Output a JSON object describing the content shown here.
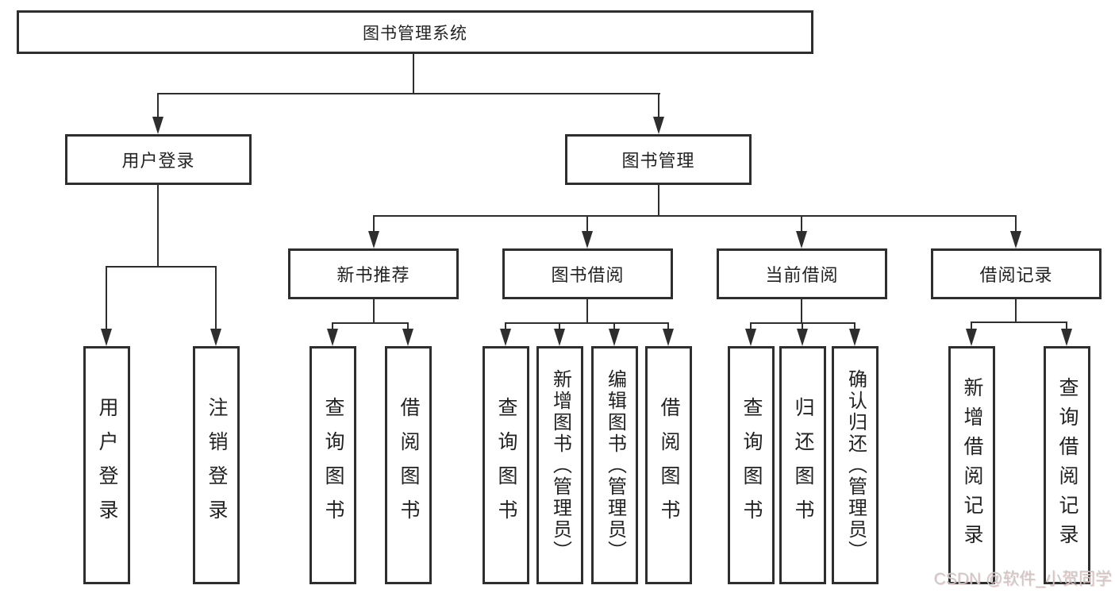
{
  "diagram": {
    "root": {
      "label": "图书管理系统"
    },
    "level2": [
      {
        "label": "用户登录"
      },
      {
        "label": "图书管理"
      }
    ],
    "level3": [
      {
        "label": "新书推荐"
      },
      {
        "label": "图书借阅"
      },
      {
        "label": "当前借阅"
      },
      {
        "label": "借阅记录"
      }
    ],
    "leaves": {
      "user_login": [
        {
          "label": "用户登录"
        },
        {
          "label": "注销登录"
        }
      ],
      "new_book": [
        {
          "label": "查询图书"
        },
        {
          "label": "借阅图书"
        }
      ],
      "book_borrow": [
        {
          "label": "查询图书"
        },
        {
          "label": "新增图书（管理员）"
        },
        {
          "label": "编辑图书（管理员）"
        },
        {
          "label": "借阅图书"
        }
      ],
      "current_borrow": [
        {
          "label": "查询图书"
        },
        {
          "label": "归还图书"
        },
        {
          "label": "确认归还（管理员）"
        }
      ],
      "borrow_record": [
        {
          "label": "新增借阅记录"
        },
        {
          "label": "查询借阅记录"
        }
      ]
    },
    "watermark": "CSDN @软件_小贺同学",
    "colors": {
      "line": "#2e2e2e",
      "background": "#ffffff",
      "watermark": "#c9c9c9"
    }
  }
}
